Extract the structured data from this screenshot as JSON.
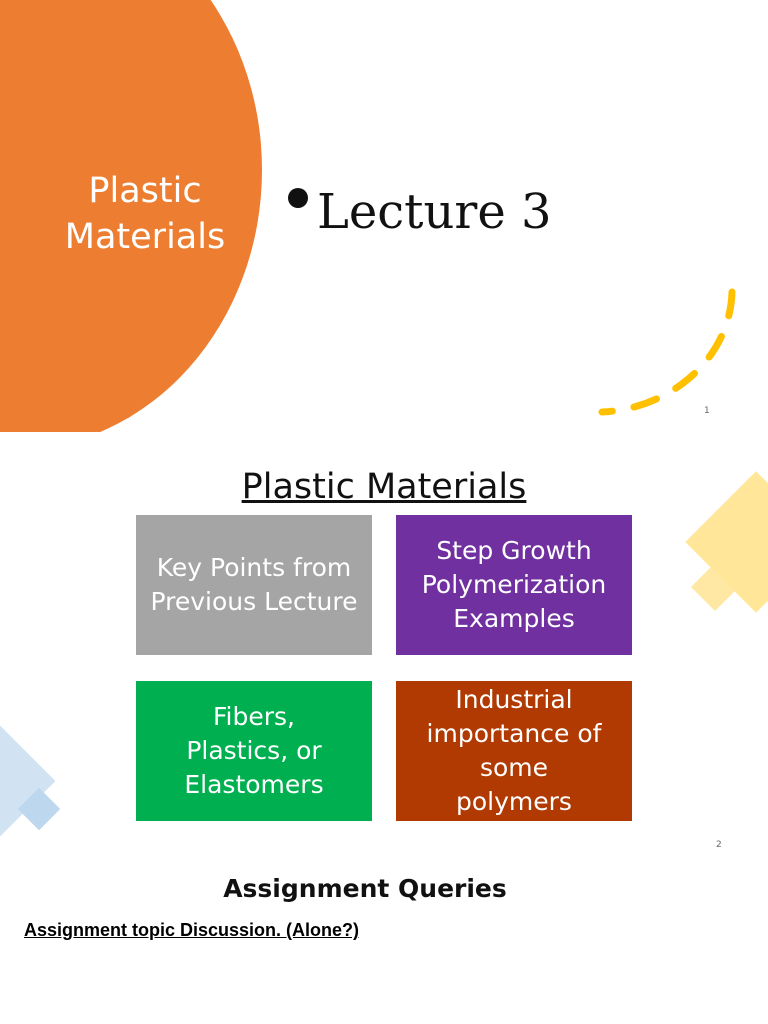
{
  "colors": {
    "orange": "#ED7D31",
    "yellow_dash": "#FFC000",
    "gray": "#A5A5A5",
    "purple": "#7030A0",
    "green": "#00B050",
    "rust": "#B03A02",
    "pale_yellow": "#FFE699",
    "pale_blue": "#BDD7EE"
  },
  "slide1": {
    "title_line1": "Plastic",
    "title_line2": "Materials",
    "bullet": "Lecture 3",
    "page_number": "1"
  },
  "slide2": {
    "title": "Plastic Materials",
    "boxes": [
      {
        "label": "Key Points from\nPrevious Lecture"
      },
      {
        "label": "Step Growth\nPolymerization\nExamples"
      },
      {
        "label": "Fibers,\nPlastics, or\nElastomers"
      },
      {
        "label": "Industrial\nimportance of\nsome\npolymers"
      }
    ],
    "page_number": "2"
  },
  "slide3": {
    "title": "Assignment Queries",
    "subtitle": "Assignment topic Discussion. (Alone?)"
  }
}
